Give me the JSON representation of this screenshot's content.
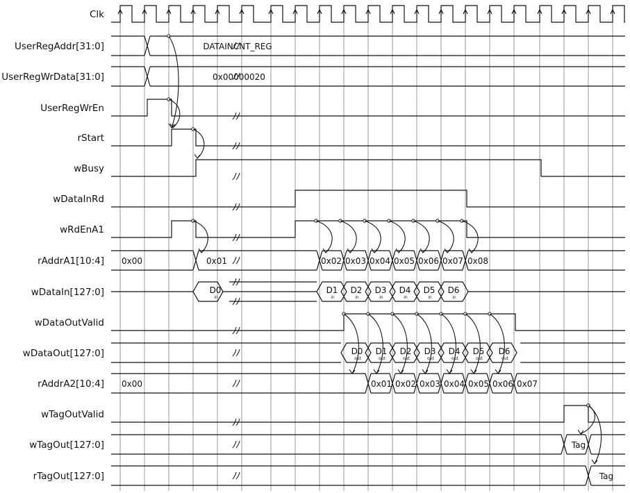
{
  "diagram": {
    "signals": [
      {
        "name": "Clk"
      },
      {
        "name": "UserRegAddr[31:0]"
      },
      {
        "name": "UserRegWrData[31:0]"
      },
      {
        "name": "UserRegWrEn"
      },
      {
        "name": "rStart"
      },
      {
        "name": "wBusy"
      },
      {
        "name": "wDataInRd"
      },
      {
        "name": "wRdEnA1"
      },
      {
        "name": "rAddrA1[10:4]"
      },
      {
        "name": "wDataIn[127:0]"
      },
      {
        "name": "wDataOutValid"
      },
      {
        "name": "wDataOut[127:0]"
      },
      {
        "name": "rAddrA2[10:4]"
      },
      {
        "name": "wTagOutValid"
      },
      {
        "name": "wTagOut[127:0]"
      },
      {
        "name": "rTagOut[127:0]"
      }
    ],
    "labels": {
      "useraddr_value": "DATAINCNT_REG",
      "userdata_value": "0x00000020",
      "addra1_init": "0x00",
      "addra1_vals": [
        "0x01",
        "0x02",
        "0x03",
        "0x04",
        "0x05",
        "0x06",
        "0x07",
        "0x08"
      ],
      "datain_vals": [
        "D0",
        "D1",
        "D2",
        "D3",
        "D4",
        "D5",
        "D6"
      ],
      "datain_sub": "in",
      "dataout_vals": [
        "D0",
        "D1",
        "D2",
        "D3",
        "D4",
        "D5",
        "D6"
      ],
      "dataout_sub": "out",
      "addra2_init": "0x00",
      "addra2_vals": [
        "0x01",
        "0x02",
        "0x03",
        "0x04",
        "0x05",
        "0x06",
        "0x07"
      ],
      "tagout_value": "Tag",
      "rtagout_value": "Tag"
    }
  }
}
